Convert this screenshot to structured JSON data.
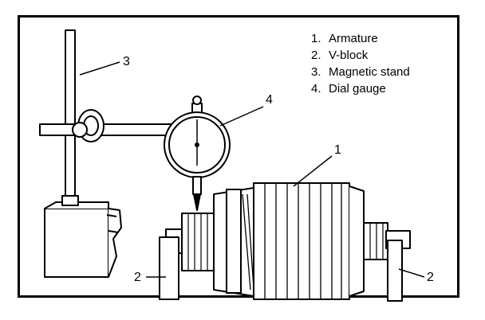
{
  "legend": [
    {
      "number": "1.",
      "label": "Armature"
    },
    {
      "number": "2.",
      "label": "V-block"
    },
    {
      "number": "3.",
      "label": "Magnetic stand"
    },
    {
      "number": "4.",
      "label": "Dial gauge"
    }
  ],
  "callouts": {
    "armature": "1",
    "vblock_left": "2",
    "vblock_right": "2",
    "magnetic_stand": "3",
    "dial_gauge": "4"
  }
}
